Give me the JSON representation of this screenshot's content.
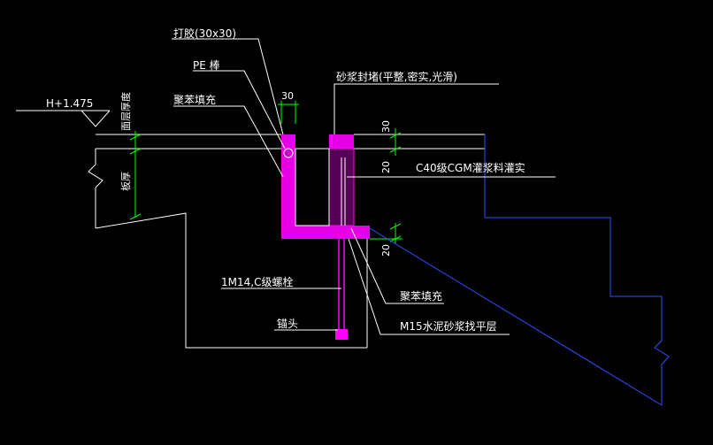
{
  "labels": {
    "elevation": "H+1.475",
    "groove": "打胶(30x30)",
    "pe_rod": "PE 棒",
    "filler_top": "聚苯填充",
    "mortar_seal": "砂浆封堵(平整,密实,光滑)",
    "grout": "C40级CGM灌浆料灌实",
    "bolt": "1M14,C级螺栓",
    "anchor": "锚头",
    "filler_bottom": "聚苯填充",
    "leveling": "M15水泥砂浆找平层",
    "surface_layer": "面层厚度",
    "slab": "板厚"
  },
  "dims": {
    "top_width": "30",
    "right_top": "30",
    "right_mid": "20",
    "right_bottom": "20"
  },
  "colors": {
    "background": "#000000",
    "line": "#ffffff",
    "magenta": "#ff00ff",
    "green": "#00ff00",
    "blue": "#0000ff"
  }
}
